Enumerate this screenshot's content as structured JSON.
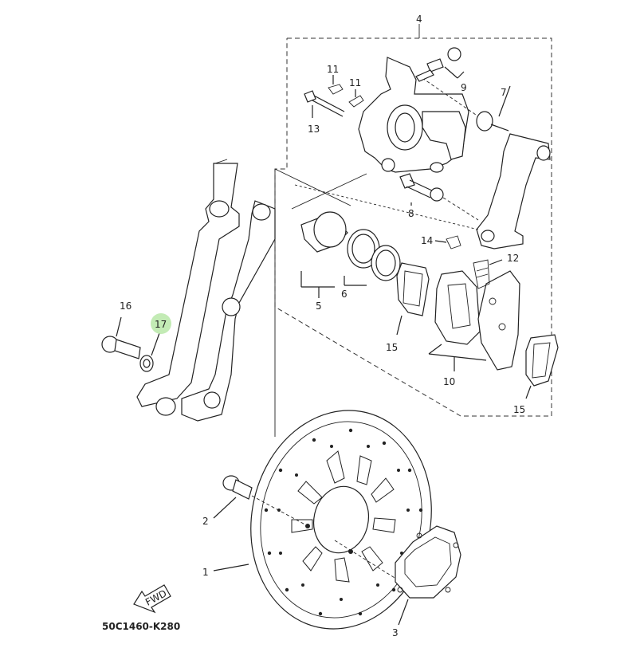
{
  "callouts": [
    {
      "id": "c1",
      "label": "1"
    },
    {
      "id": "c2",
      "label": "2"
    },
    {
      "id": "c3",
      "label": "3"
    },
    {
      "id": "c4",
      "label": "4"
    },
    {
      "id": "c5",
      "label": "5"
    },
    {
      "id": "c6",
      "label": "6"
    },
    {
      "id": "c7",
      "label": "7"
    },
    {
      "id": "c8",
      "label": "8"
    },
    {
      "id": "c9",
      "label": "9"
    },
    {
      "id": "c10",
      "label": "10"
    },
    {
      "id": "c11a",
      "label": "11"
    },
    {
      "id": "c11b",
      "label": "11"
    },
    {
      "id": "c12",
      "label": "12"
    },
    {
      "id": "c13",
      "label": "13"
    },
    {
      "id": "c14",
      "label": "14"
    },
    {
      "id": "c15a",
      "label": "15"
    },
    {
      "id": "c15b",
      "label": "15"
    },
    {
      "id": "c16",
      "label": "16"
    },
    {
      "id": "c17",
      "label": "17"
    }
  ],
  "highlight_label": "17",
  "highlight_color": "#b8e8a8",
  "fwd_label": "FWD",
  "diagram_code": "50C1460-K280"
}
